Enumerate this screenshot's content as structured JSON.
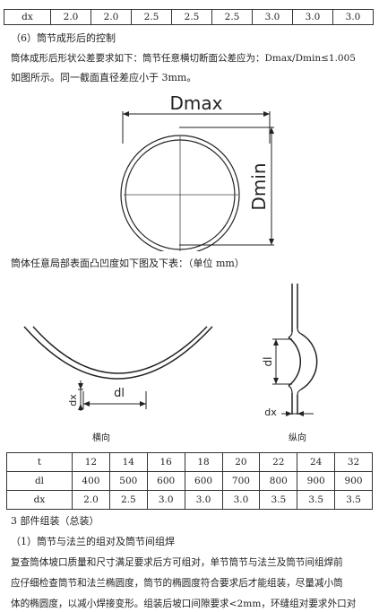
{
  "top_table": {
    "cells": [
      "dx",
      "2.0",
      "2.0",
      "2.5",
      "2.5",
      "2.5",
      "3.0",
      "3.0",
      "3.0"
    ]
  },
  "section6": {
    "heading": "（6）筒节成形后的控制",
    "line1": "筒体成形后形状公差要求如下：筒节任意横切断面公差应为：Dmax/Dmin≤1.005",
    "line2": "如图所示。同一截面直径差应小于 3mm。"
  },
  "fig1": {
    "dmax_label": "Dmax",
    "dmin_label": "Dmin"
  },
  "local_text": "筒体任意局部表面凸凹度如下图及下表：（单位 mm）",
  "fig2": {
    "dl_label": "dl",
    "dx_label": "dx",
    "caption": "横向"
  },
  "fig3": {
    "dl_label": "dl",
    "dx_label": "dx",
    "caption": "纵向"
  },
  "bottom_table": {
    "rows": [
      [
        "t",
        "12",
        "14",
        "16",
        "18",
        "20",
        "22",
        "24",
        "32"
      ],
      [
        "dl",
        "400",
        "500",
        "600",
        "600",
        "700",
        "800",
        "900",
        "900"
      ],
      [
        "dx",
        "2.0",
        "2.5",
        "3.0",
        "3.0",
        "3.0",
        "3.5",
        "3.5",
        "3.5"
      ]
    ]
  },
  "section3": {
    "heading": "3 部件组装（总装）",
    "sub1": "（1）筒节与法兰的组对及筒节间组焊",
    "para_line1": "复查筒体坡口质量和尺寸满足要求后方可组对，单节筒节与法兰及筒节间组焊前",
    "para_line2": "应仔细检查筒节和法兰椭圆度，筒节的椭圆度符合要求后才能组装，尽量减小筒",
    "para_line3": "体的椭圆度，以减小焊接变形。组装后坡口间隙要求<2mm，环缝组对要求外口对"
  }
}
